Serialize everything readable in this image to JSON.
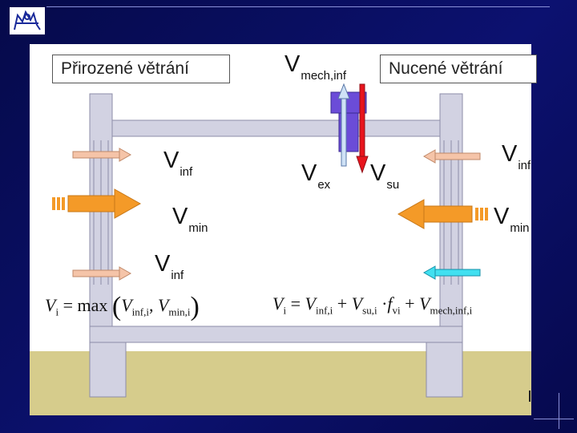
{
  "titles": {
    "left": "Přirozené větrání",
    "right": "Nucené větrání"
  },
  "labels": {
    "v_mech_inf": {
      "main": "V",
      "sub": "mech,inf"
    },
    "v_inf_left_upper": {
      "main": "V",
      "sub": "inf"
    },
    "v_min_left": {
      "main": "V",
      "sub": "min"
    },
    "v_inf_left_lower": {
      "main": "V",
      "sub": "inf"
    },
    "v_ex": {
      "main": "V",
      "sub": "ex"
    },
    "v_su": {
      "main": "V",
      "sub": "su"
    },
    "v_inf_right": {
      "main": "V",
      "sub": "inf"
    },
    "v_min_right": {
      "main": "V",
      "sub": "min"
    }
  },
  "formulas": {
    "natural": {
      "lhs": "V",
      "lhs_sub": "i",
      "eq": "= max",
      "term1": "V",
      "term1_sub": "inf,i",
      "sep": ",",
      "term2": "V",
      "term2_sub": "min,i"
    },
    "forced": {
      "lhs": "V",
      "lhs_sub": "i",
      "eq": "=",
      "t1": "V",
      "t1_sub": "inf,i",
      "plus1": "+",
      "t2": "V",
      "t2_sub": "su,i",
      "dot": "·",
      "t3": "f",
      "t3_sub": "vi",
      "plus2": "+",
      "t4": "V",
      "t4_sub": "mech,inf,i"
    }
  },
  "colors": {
    "background": "#0b0f5c",
    "structure": "#d2d2e2",
    "structure_stroke": "#8c8ca8",
    "ground": "#d6cc8c",
    "inf_arrow": "#f5c4a8",
    "inf_arrow_stroke": "#c08868",
    "min_arrow": "#f49a28",
    "min_arrow_stroke": "#c87818",
    "cyan_arrow": "#40e0f0",
    "fan": "#6b4cd8",
    "supply_arrow": "#e8141c",
    "exhaust_arrow": "#cfe2f6"
  }
}
